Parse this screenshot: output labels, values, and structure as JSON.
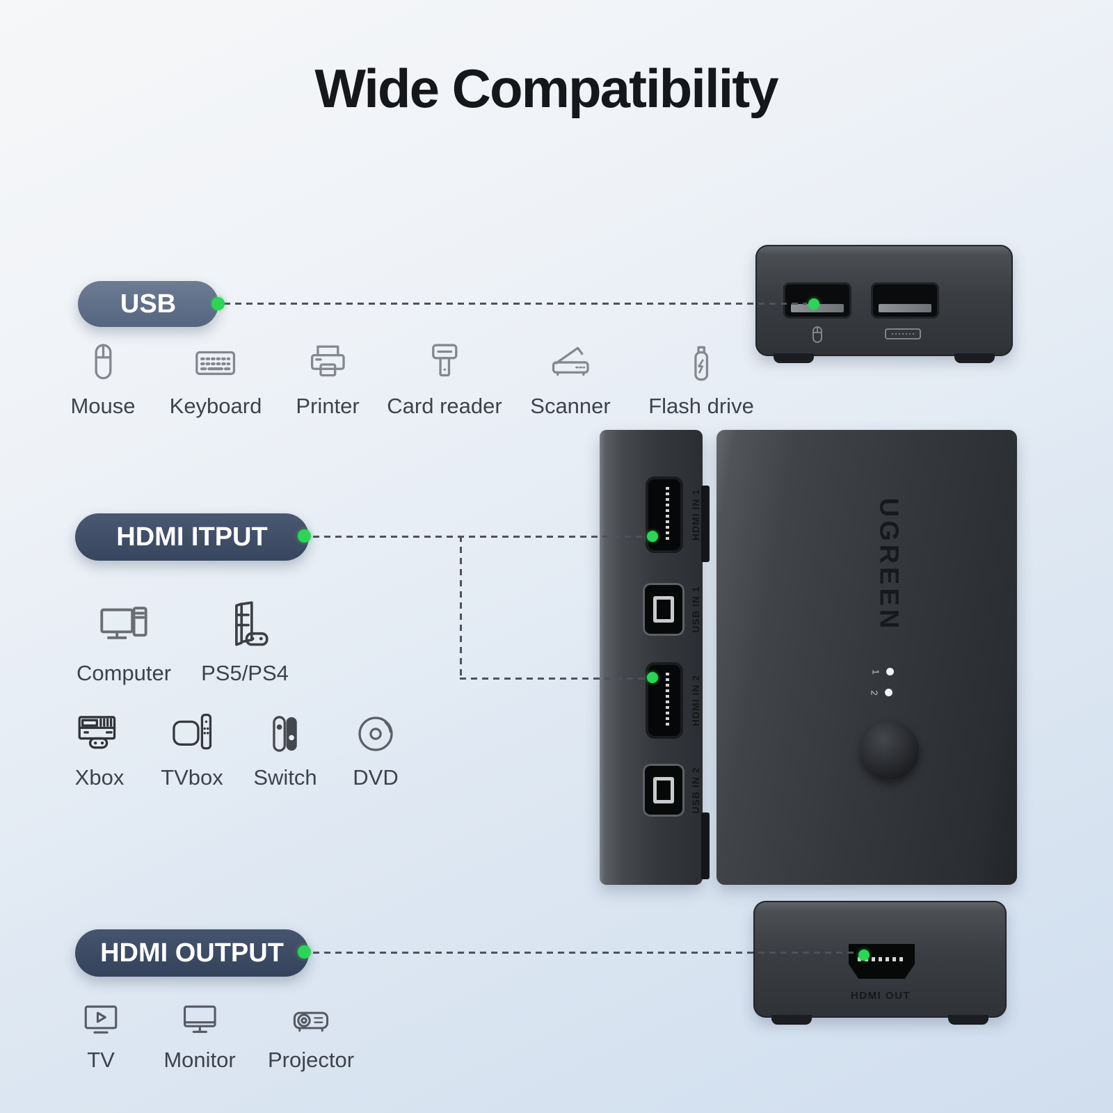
{
  "title": "Wide Compatibility",
  "colors": {
    "accent_green": "#2dd455",
    "pill_usb": "#5e6e88",
    "pill_hdmi_input": "#414e68",
    "pill_hdmi_output": "#3d4a64",
    "connector_line": "#4d525a",
    "background_top": "#f6f7f8",
    "background_bottom": "#d0deee"
  },
  "sections": {
    "usb": {
      "label": "USB",
      "devices": [
        {
          "icon": "mouse",
          "label": "Mouse"
        },
        {
          "icon": "keyboard",
          "label": "Keyboard"
        },
        {
          "icon": "printer",
          "label": "Printer"
        },
        {
          "icon": "card-reader",
          "label": "Card reader"
        },
        {
          "icon": "scanner",
          "label": "Scanner"
        },
        {
          "icon": "flash-drive",
          "label": "Flash drive"
        }
      ]
    },
    "hdmi_input": {
      "label": "HDMI ITPUT",
      "row1": [
        {
          "icon": "computer",
          "label": "Computer"
        },
        {
          "icon": "ps5-ps4",
          "label": "PS5/PS4"
        }
      ],
      "row2": [
        {
          "icon": "xbox",
          "label": "Xbox"
        },
        {
          "icon": "tvbox",
          "label": "TVbox"
        },
        {
          "icon": "switch",
          "label": "Switch"
        },
        {
          "icon": "dvd",
          "label": "DVD"
        }
      ]
    },
    "hdmi_output": {
      "label": "HDMI OUTPUT",
      "devices": [
        {
          "icon": "tv",
          "label": "TV"
        },
        {
          "icon": "monitor",
          "label": "Monitor"
        },
        {
          "icon": "projector",
          "label": "Projector"
        }
      ]
    }
  },
  "product": {
    "brand": "UGREEN",
    "side_port_labels": [
      "HDMI IN 1",
      "USB IN 1",
      "HDMI IN 2",
      "USB IN 2"
    ],
    "front_indicator_labels": [
      "1",
      "2"
    ],
    "output_port_label": "HDMI OUT"
  }
}
